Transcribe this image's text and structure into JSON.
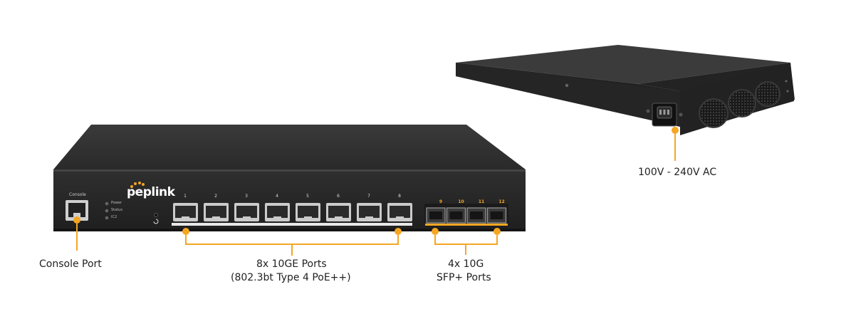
{
  "device": {
    "brand": "peplink",
    "console_label": "Console",
    "leds": [
      "Power",
      "Status",
      "IC2"
    ],
    "rj45_port_numbers": [
      "1",
      "2",
      "3",
      "4",
      "5",
      "6",
      "7",
      "8"
    ],
    "sfp_port_numbers": [
      "9",
      "10",
      "11",
      "12"
    ]
  },
  "callouts": {
    "console": "Console Port",
    "rj45_line1": "8x 10GE Ports",
    "rj45_line2": "(802.3bt Type 4 PoE++)",
    "sfp_line1": "4x 10G",
    "sfp_line2": "SFP+ Ports",
    "power": "100V - 240V AC"
  },
  "colors": {
    "accent": "#f5a623",
    "chassis": "#2b2b2b",
    "chassis_top": "#343434",
    "port": "#c9c9c9"
  }
}
